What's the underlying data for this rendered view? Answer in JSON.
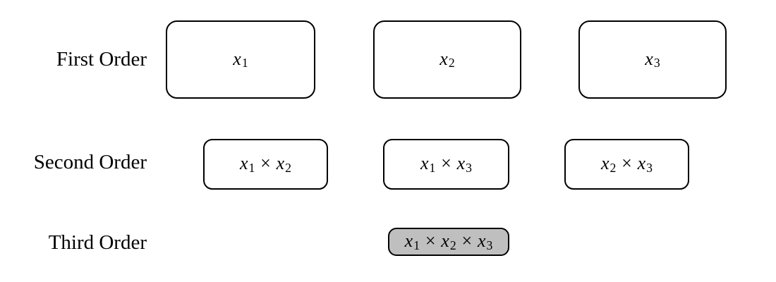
{
  "figure": {
    "operator": "×",
    "colors": {
      "border": "#000000",
      "text": "#000000",
      "box_fill": "#ffffff",
      "highlight_fill": "#bfbfbf",
      "background": "#ffffff"
    },
    "rows": [
      {
        "label": "First Order",
        "boxes": [
          {
            "terms": [
              {
                "base": "x",
                "sub": "1"
              }
            ],
            "highlighted": false
          },
          {
            "terms": [
              {
                "base": "x",
                "sub": "2"
              }
            ],
            "highlighted": false
          },
          {
            "terms": [
              {
                "base": "x",
                "sub": "3"
              }
            ],
            "highlighted": false
          }
        ]
      },
      {
        "label": "Second Order",
        "boxes": [
          {
            "terms": [
              {
                "base": "x",
                "sub": "1"
              },
              {
                "base": "x",
                "sub": "2"
              }
            ],
            "highlighted": false
          },
          {
            "terms": [
              {
                "base": "x",
                "sub": "1"
              },
              {
                "base": "x",
                "sub": "3"
              }
            ],
            "highlighted": false
          },
          {
            "terms": [
              {
                "base": "x",
                "sub": "2"
              },
              {
                "base": "x",
                "sub": "3"
              }
            ],
            "highlighted": false
          }
        ]
      },
      {
        "label": "Third Order",
        "boxes": [
          {
            "terms": [
              {
                "base": "x",
                "sub": "1"
              },
              {
                "base": "x",
                "sub": "2"
              },
              {
                "base": "x",
                "sub": "3"
              }
            ],
            "highlighted": true
          }
        ]
      }
    ]
  }
}
